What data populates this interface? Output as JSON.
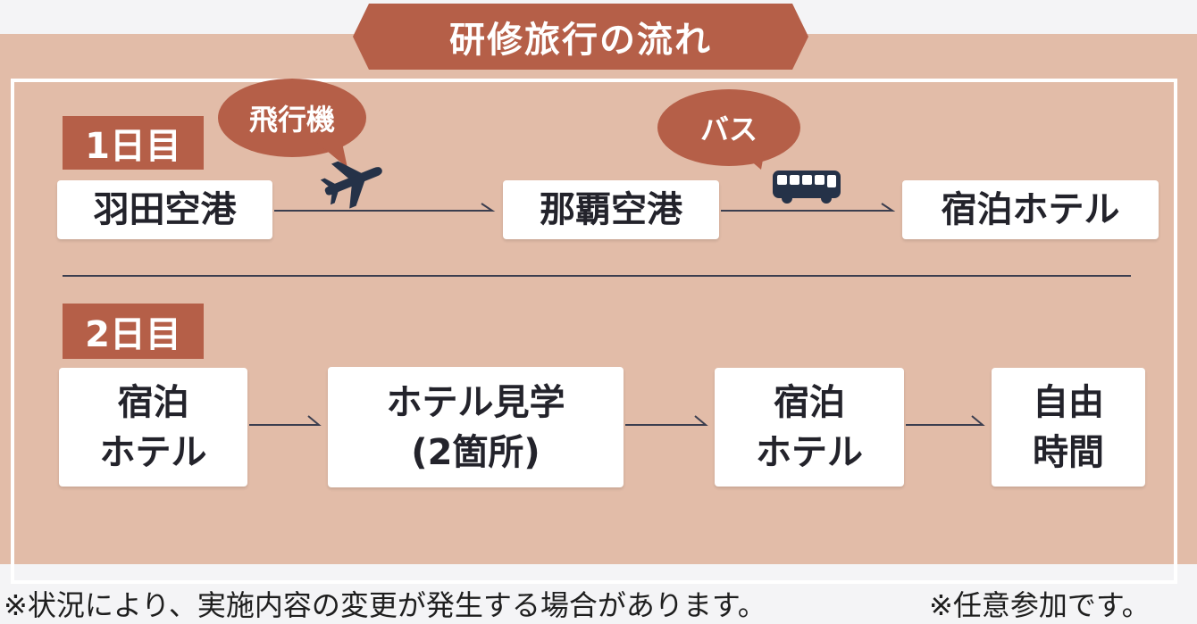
{
  "title": "研修旅行の流れ",
  "day1": {
    "label": "1日目",
    "stops": [
      "羽田空港",
      "那覇空港",
      "宿泊ホテル"
    ],
    "transports": [
      {
        "label": "飛行機",
        "icon": "airplane-icon"
      },
      {
        "label": "バス",
        "icon": "bus-icon"
      }
    ]
  },
  "day2": {
    "label": "2日目",
    "stops": [
      {
        "line1": "宿泊",
        "line2": "ホテル"
      },
      {
        "line1": "ホテル見学",
        "line2": "(2箇所)"
      },
      {
        "line1": "宿泊",
        "line2": "ホテル"
      },
      {
        "line1": "自由",
        "line2": "時間"
      }
    ]
  },
  "notes": {
    "note1": "※状況により、実施内容の変更が発生する場合があります。",
    "note2": "※任意参加です。"
  },
  "colors": {
    "panel": "#e2bca8",
    "accent": "#b55f48",
    "ink": "#23232b",
    "icon": "#253248"
  }
}
